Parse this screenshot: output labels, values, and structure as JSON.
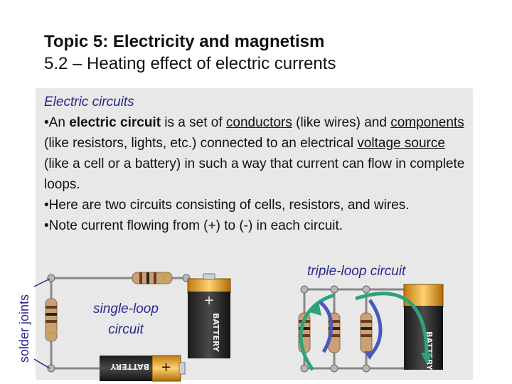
{
  "title": {
    "line1": "Topic 5: Electricity and magnetism",
    "line2": "5.2 – Heating effect of electric currents"
  },
  "section_heading": "Electric circuits",
  "bullet_symbol": "•",
  "bullets": [
    {
      "parts": [
        "An ",
        "electric circuit",
        " is a set of ",
        "conductors",
        " (like wires) and ",
        "components",
        " (like resistors, lights, etc.) connected to an electrical ",
        "voltage source",
        " (like a cell or a battery) in such a way that current can flow in complete loops."
      ]
    },
    {
      "text": "Here are two circuits consisting of cells, resistors, and wires."
    },
    {
      "text": "Note current flowing from (+) to (-) in each circuit."
    }
  ],
  "labels": {
    "solder_joints": "solder joints",
    "triple_loop": "triple-loop circuit",
    "single_loop": "single-loop circuit"
  },
  "battery": {
    "text": "BATTERY",
    "plus": "+"
  },
  "colors": {
    "heading": "#2a2a8c",
    "arrow_green": "#2ea37a",
    "arrow_blue": "#4a5ab8"
  }
}
